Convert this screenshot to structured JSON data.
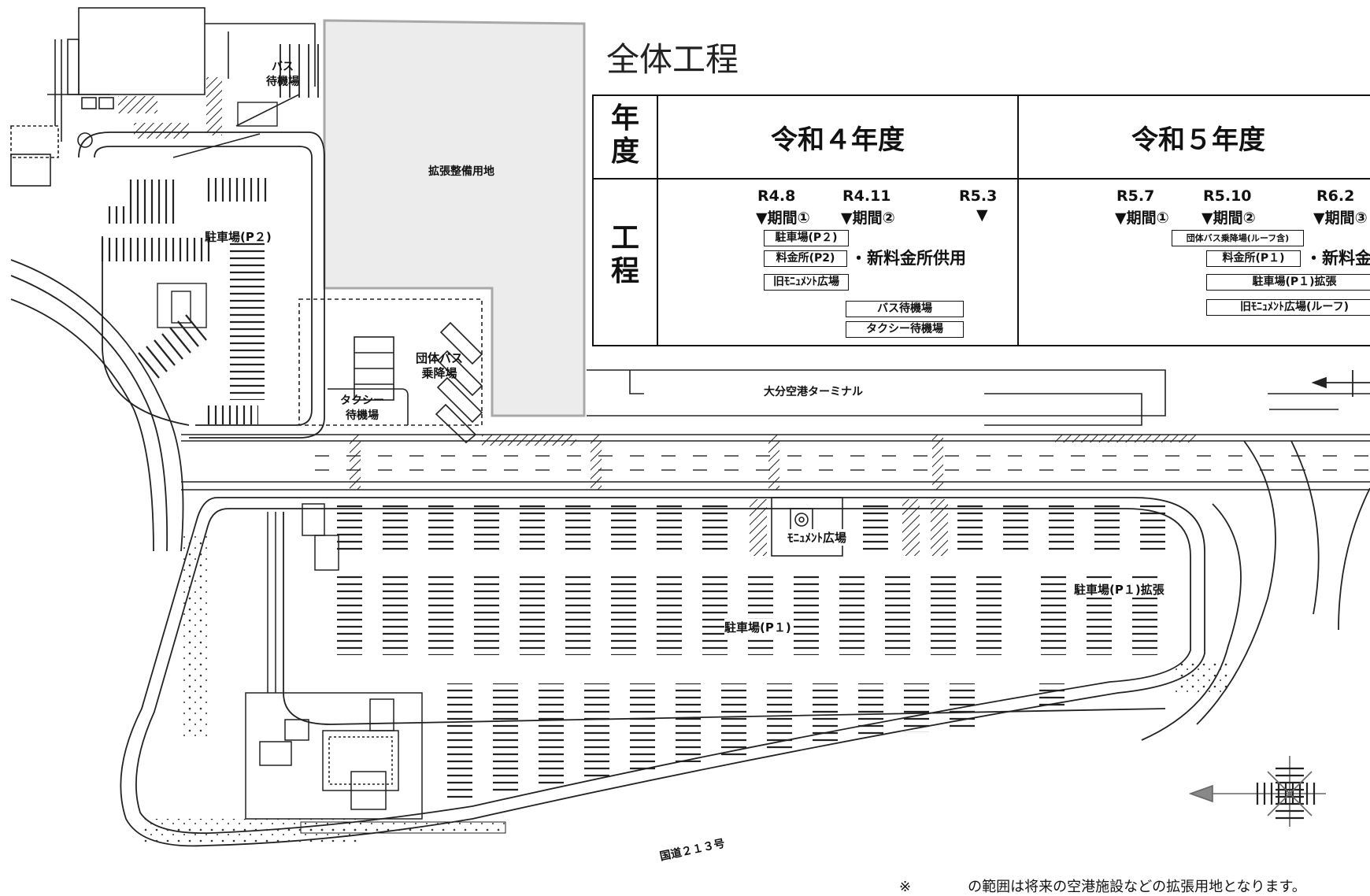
{
  "schedule": {
    "title": "全体工程",
    "row_year": "年度",
    "row_process": "工程",
    "year1": "令和４年度",
    "year2": "令和５年度",
    "year1_milestones": [
      {
        "date": "R4.8",
        "label": "▼期間①"
      },
      {
        "date": "R4.11",
        "label": "▼期間②"
      },
      {
        "date": "R5.3",
        "label": "▼"
      }
    ],
    "year2_milestones": [
      {
        "date": "R5.7",
        "label": "▼期間①"
      },
      {
        "date": "R5.10",
        "label": "▼期間②"
      },
      {
        "date": "R6.2",
        "label": "▼期間③"
      }
    ],
    "year1_bars": [
      "駐車場(P２)",
      "料金所(P2)",
      "旧ﾓﾆｭﾒﾝﾄ広場",
      "バス待機場",
      "タクシー待機場"
    ],
    "year1_note": "・新料金所供用",
    "year2_bars": [
      "団体バス乗降場(ルーフ含)",
      "料金所(P１)",
      "駐車場(P１)拡張",
      "旧ﾓﾆｭﾒﾝﾄ広場(ルーフ)"
    ],
    "year2_note": "・新料金所供用"
  },
  "map_labels": {
    "bus_waiting": "バス\n待機場",
    "expansion_land": "拡張整備用地",
    "parking_p2": "駐車場(P２)",
    "group_bus": "団体バス\n乗降場",
    "taxi_waiting": "タクシー\n待機場",
    "terminal": "大分空港ターミナル",
    "monument_plaza": "ﾓﾆｭﾒﾝﾄ広場",
    "parking_p1": "駐車場(P１)",
    "parking_p1_ext": "駐車場(P１)拡張",
    "route": "国道２１３号"
  },
  "footnote": "※　　　　の範囲は将来の空港施設などの拡張用地となります。",
  "colors": {
    "expansion_fill": "#ececec",
    "expansion_border": "#a8a8a8",
    "line": "#222222"
  },
  "icons": [
    "north-arrow-icon",
    "compass-rose-icon"
  ]
}
